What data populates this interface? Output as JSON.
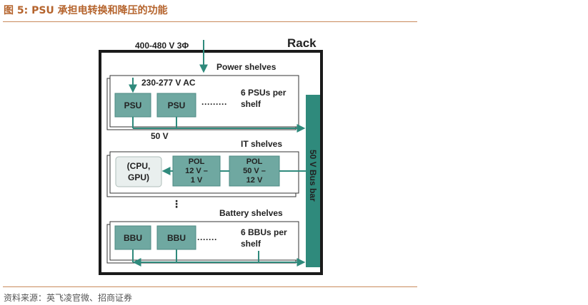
{
  "figure": {
    "title": "图 5:  PSU 承担电转换和降压的功能",
    "source": "资料来源：英飞凌官微、招商证券"
  },
  "diagram": {
    "rack_label": "Rack",
    "input_label": "400-480 V 3Φ",
    "bus_bar_label": "50 V Bus bar",
    "power_shelves": {
      "title": "Power shelves",
      "ac_label": "230-277 V AC",
      "psu_1": "PSU",
      "psu_2": "PSU",
      "dots": "·········",
      "count_line1": "6 PSUs per",
      "count_line2": "shelf",
      "output_label": "50 V"
    },
    "it_shelves": {
      "title": "IT shelves",
      "cpu_line1": "(CPU,",
      "cpu_line2": "GPU)",
      "pol_low_line1": "POL",
      "pol_low_line2": "12 V –",
      "pol_low_line3": "1 V",
      "pol_high_line1": "POL",
      "pol_high_line2": "50 V –",
      "pol_high_line3": "12 V",
      "vertical_dots": "⋮"
    },
    "battery_shelves": {
      "title": "Battery shelves",
      "bbu_1": "BBU",
      "bbu_2": "BBU",
      "dots": "·······",
      "count_line1": "6 BBUs per",
      "count_line2": "shelf"
    },
    "colors": {
      "teal_box": "#6fa8a1",
      "teal_dark": "#2f8a7c",
      "arrow": "#2f8a7c",
      "frame": "#1a1a1a",
      "title_accent": "#b5642d"
    }
  }
}
